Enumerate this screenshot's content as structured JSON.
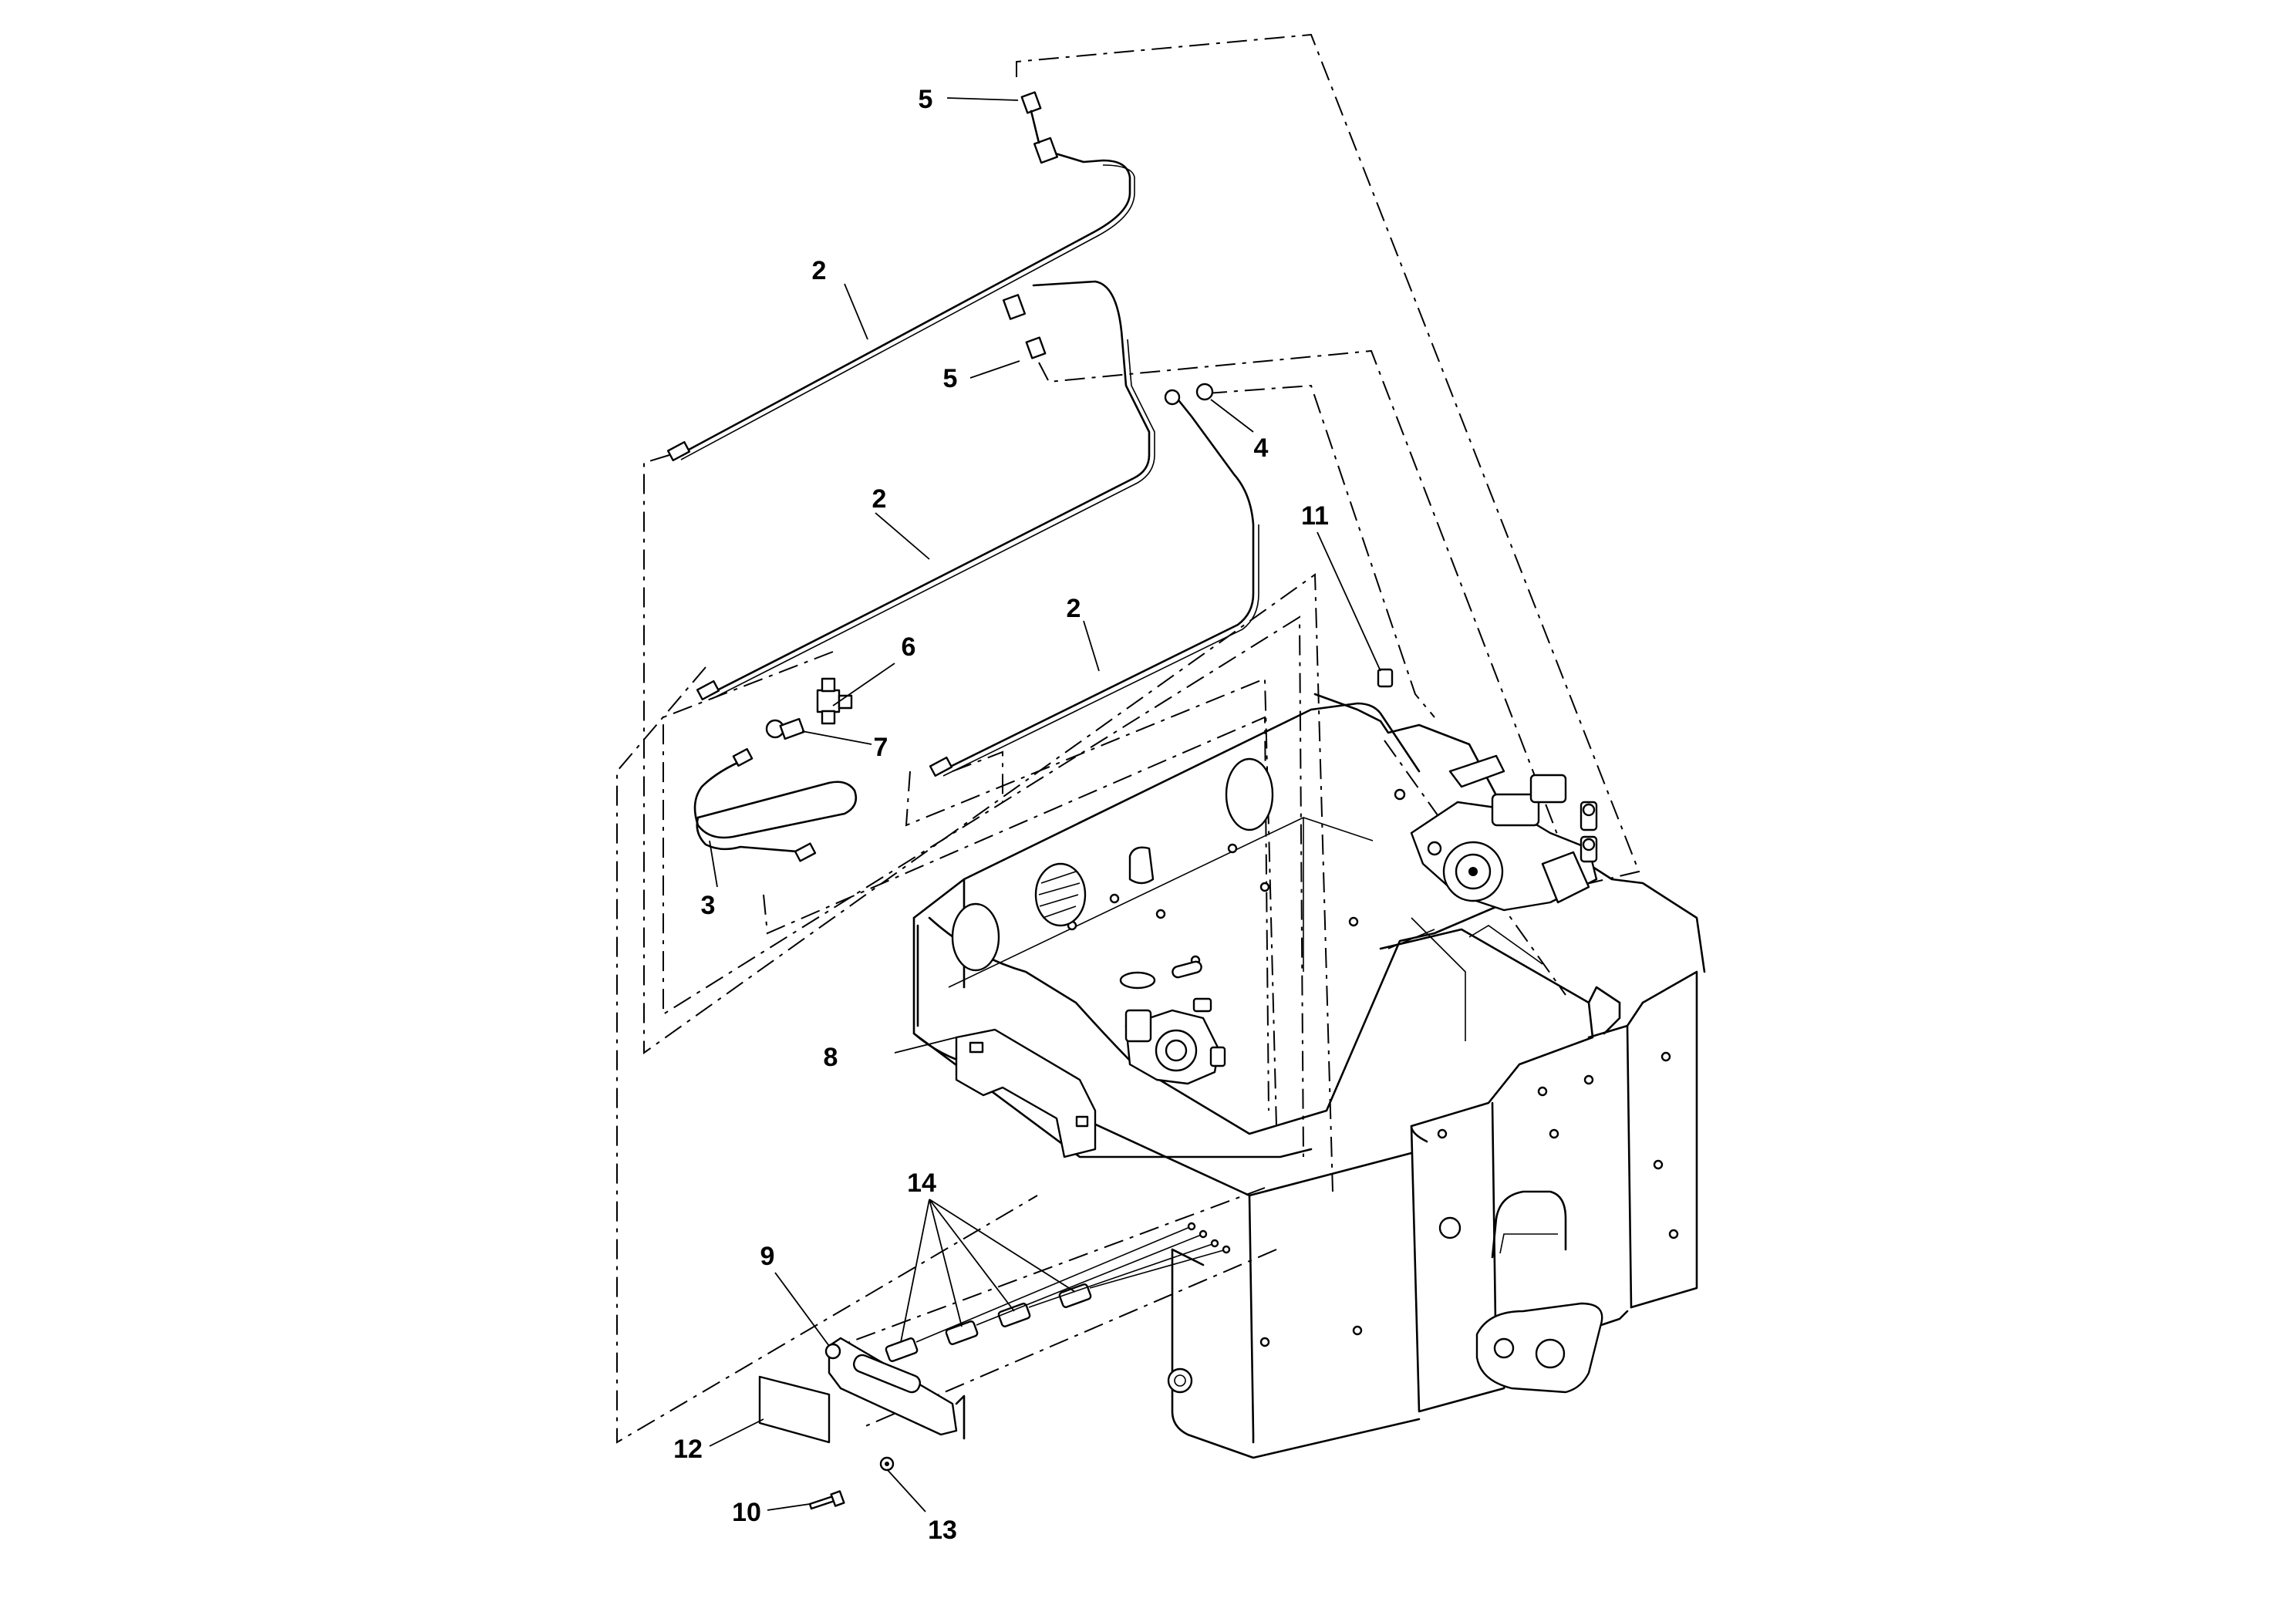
{
  "callouts": {
    "c2a": "2",
    "c2b": "2",
    "c2c": "2",
    "c3": "3",
    "c4": "4",
    "c5a": "5",
    "c5b": "5",
    "c6": "6",
    "c7": "7",
    "c8": "8",
    "c9": "9",
    "c10": "10",
    "c11": "11",
    "c12": "12",
    "c13": "13",
    "c14": "14"
  }
}
